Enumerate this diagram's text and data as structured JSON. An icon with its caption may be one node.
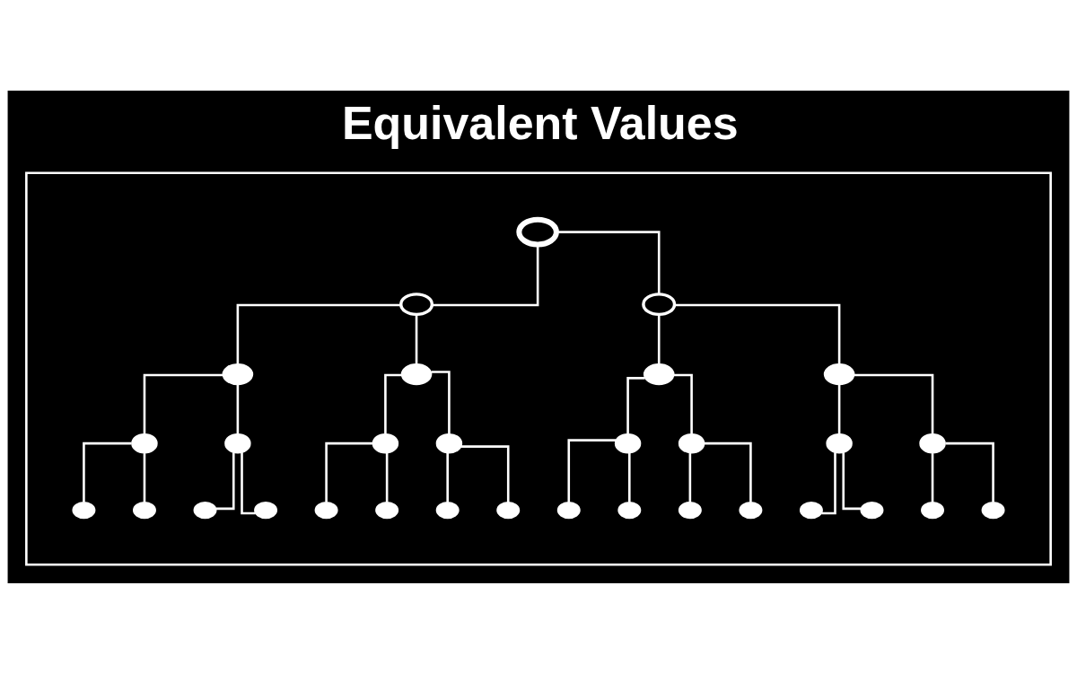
{
  "diagram": {
    "title": "Equivalent Values",
    "nodes": [
      {
        "text": [],
        "shape": "box"
      },
      {
        "text": [],
        "shape": "circle",
        "in": 0
      },
      {
        "text": [],
        "shape": "circle",
        "in": 0
      },
      {
        "text": [],
        "shape": "circle",
        "in": 0
      },
      {
        "text": [],
        "shape": "circle",
        "in": 0
      },
      {
        "text": [],
        "shape": "circle",
        "in": 0
      },
      {
        "text": [],
        "shape": "circle",
        "in": 0
      },
      {
        "text": [],
        "shape": "circle",
        "in": 0
      },
      {
        "text": [],
        "shape": "circle",
        "in": 0
      },
      {
        "text": [],
        "shape": "circle",
        "in": 0
      },
      {
        "text": [],
        "shape": "circle",
        "in": 0
      },
      {
        "text": [],
        "shape": "circle",
        "in": 0
      },
      {
        "text": [],
        "shape": "circle",
        "in": 0
      },
      {
        "text": [],
        "shape": "circle",
        "in": 0
      },
      {
        "text": [],
        "shape": "circle",
        "in": 0
      },
      {
        "text": [],
        "shape": "circle",
        "in": 0
      },
      {
        "text": [],
        "shape": "circle",
        "in": 0
      },
      {
        "text": [],
        "shape": "circle",
        "in": 0
      },
      {
        "text": [],
        "shape": "circle",
        "in": 0
      },
      {
        "text": [],
        "shape": "circle",
        "in": 0
      },
      {
        "text": [],
        "shape": "circle",
        "in": 0
      },
      {
        "text": [],
        "shape": "circle",
        "in": 0
      },
      {
        "text": [],
        "shape": "circle",
        "in": 0
      },
      {
        "text": [],
        "shape": "circle",
        "in": 0
      },
      {
        "text": [],
        "shape": "circle",
        "in": 0
      },
      {
        "text": [],
        "shape": "circle",
        "in": 0
      },
      {
        "text": [],
        "shape": "circle",
        "in": 0
      },
      {
        "text": [],
        "shape": "circle",
        "in": 0
      },
      {
        "text": [],
        "shape": "circle",
        "in": 0
      },
      {
        "text": [],
        "shape": "circle",
        "in": 0
      },
      {
        "text": [],
        "shape": "circle",
        "in": 0
      },
      {
        "text": [],
        "shape": "circle",
        "in": 0
      }
    ],
    "edges": [
      {
        "from": 1,
        "to": 2,
        "arrow": "none"
      },
      {
        "from": 1,
        "to": 3,
        "arrow": "none"
      },
      {
        "from": 2,
        "to": 4,
        "arrow": "none"
      },
      {
        "from": 2,
        "to": 5,
        "arrow": "none"
      },
      {
        "from": 3,
        "to": 6,
        "arrow": "none"
      },
      {
        "from": 3,
        "to": 7,
        "arrow": "none"
      },
      {
        "from": 4,
        "to": 8,
        "arrow": "none"
      },
      {
        "from": 4,
        "to": 9,
        "arrow": "none"
      },
      {
        "from": 5,
        "to": 10,
        "arrow": "none"
      },
      {
        "from": 5,
        "to": 11,
        "arrow": "none"
      },
      {
        "from": 6,
        "to": 12,
        "arrow": "none"
      },
      {
        "from": 6,
        "to": 13,
        "arrow": "none"
      },
      {
        "from": 7,
        "to": 14,
        "arrow": "none"
      },
      {
        "from": 7,
        "to": 15,
        "arrow": "none"
      },
      {
        "from": 8,
        "to": 16,
        "arrow": "none"
      },
      {
        "from": 8,
        "to": 17,
        "arrow": "none"
      },
      {
        "from": 9,
        "to": 18,
        "arrow": "none"
      },
      {
        "from": 9,
        "to": 19,
        "arrow": "none"
      },
      {
        "from": 10,
        "to": 20,
        "arrow": "none"
      },
      {
        "from": 10,
        "to": 21,
        "arrow": "none"
      },
      {
        "from": 11,
        "to": 22,
        "arrow": "none"
      },
      {
        "from": 11,
        "to": 23,
        "arrow": "none"
      },
      {
        "from": 12,
        "to": 24,
        "arrow": "none"
      },
      {
        "from": 12,
        "to": 25,
        "arrow": "none"
      },
      {
        "from": 13,
        "to": 26,
        "arrow": "none"
      },
      {
        "from": 13,
        "to": 27,
        "arrow": "none"
      },
      {
        "from": 14,
        "to": 28,
        "arrow": "none"
      },
      {
        "from": 14,
        "to": 29,
        "arrow": "none"
      },
      {
        "from": 15,
        "to": 30,
        "arrow": "none"
      },
      {
        "from": 15,
        "to": 31,
        "arrow": "none"
      }
    ]
  }
}
